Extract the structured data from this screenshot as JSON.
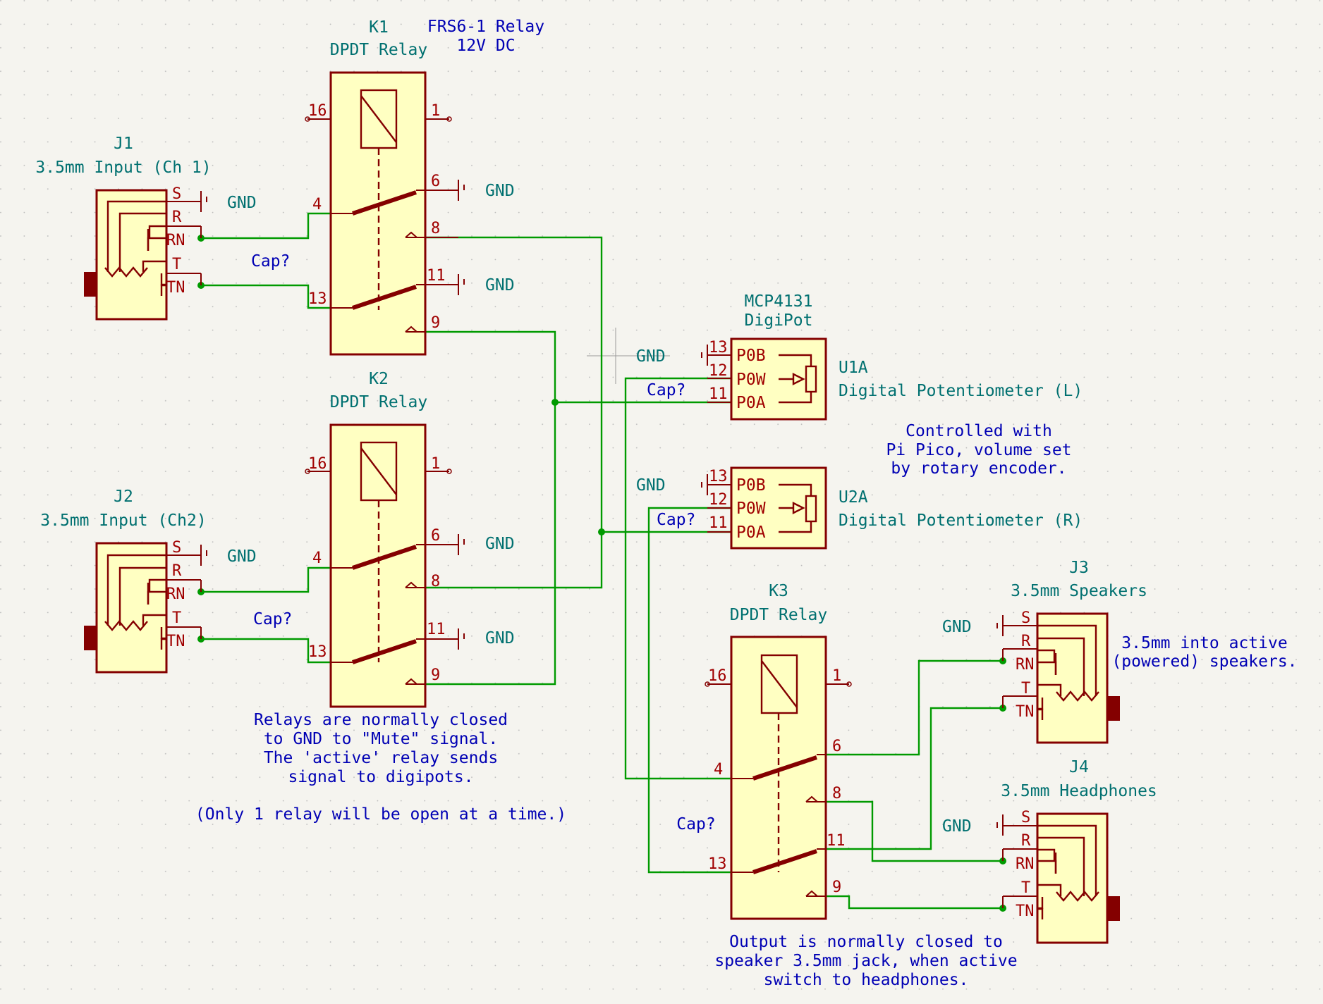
{
  "colors": {
    "background": "#f5f4ef",
    "wire": "#009a00",
    "symbol_outline": "#840000",
    "symbol_fill": "#ffffc2",
    "ref_text": "#007070",
    "pin_text": "#a00000",
    "note_text": "#0000b4"
  },
  "k1": {
    "ref": "K1",
    "value": "DPDT Relay",
    "note_line1": "FRS6-1 Relay",
    "note_line2": "12V DC",
    "pins": {
      "p16": "16",
      "p1": "1",
      "p4": "4",
      "p6": "6",
      "p8": "8",
      "p13": "13",
      "p11": "11",
      "p9": "9"
    },
    "gnd_top": "GND",
    "gnd_bottom": "GND"
  },
  "k2": {
    "ref": "K2",
    "value": "DPDT Relay",
    "pins": {
      "p16": "16",
      "p1": "1",
      "p4": "4",
      "p6": "6",
      "p8": "8",
      "p13": "13",
      "p11": "11",
      "p9": "9"
    },
    "gnd_top": "GND",
    "gnd_bottom": "GND"
  },
  "k3": {
    "ref": "K3",
    "value": "DPDT Relay",
    "pins": {
      "p16": "16",
      "p1": "1",
      "p4": "4",
      "p6": "6",
      "p8": "8",
      "p13": "13",
      "p11": "11",
      "p9": "9"
    }
  },
  "j1": {
    "ref": "J1",
    "value": "3.5mm Input (Ch 1)",
    "pins": {
      "s": "S",
      "r": "R",
      "rn": "RN",
      "t": "T",
      "tn": "TN"
    },
    "gnd": "GND",
    "cap": "Cap?"
  },
  "j2": {
    "ref": "J2",
    "value": "3.5mm Input (Ch2)",
    "pins": {
      "s": "S",
      "r": "R",
      "rn": "RN",
      "t": "T",
      "tn": "TN"
    },
    "gnd": "GND",
    "cap": "Cap?"
  },
  "j3": {
    "ref": "J3",
    "value": "3.5mm Speakers",
    "pins": {
      "s": "S",
      "r": "R",
      "rn": "RN",
      "t": "T",
      "tn": "TN"
    },
    "gnd": "GND"
  },
  "j4": {
    "ref": "J4",
    "value": "3.5mm Headphones",
    "pins": {
      "s": "S",
      "r": "R",
      "rn": "RN",
      "t": "T",
      "tn": "TN"
    },
    "gnd": "GND"
  },
  "digipot": {
    "part": "MCP4131",
    "label": "DigiPot",
    "u1a": {
      "ref": "U1A",
      "value": "Digital Potentiometer (L)",
      "pins": {
        "p13": "13",
        "p12": "12",
        "p11": "11"
      },
      "pin_names": {
        "pob": "P0B",
        "pow": "P0W",
        "poa": "P0A"
      },
      "gnd": "GND",
      "cap": "Cap?"
    },
    "u2a": {
      "ref": "U2A",
      "value": "Digital Potentiometer (R)",
      "pins": {
        "p13": "13",
        "p12": "12",
        "p11": "11"
      },
      "pin_names": {
        "pob": "P0B",
        "pow": "P0W",
        "poa": "P0A"
      },
      "gnd": "GND",
      "cap": "Cap?"
    }
  },
  "k3_cap": "Cap?",
  "notes": {
    "pico": [
      "Controlled with",
      "Pi Pico, volume set",
      "by rotary encoder."
    ],
    "speakers": [
      "3.5mm into active",
      "(powered) speakers."
    ],
    "relays": [
      "Relays are normally closed",
      "to GND to \"Mute\" signal.",
      "The 'active' relay sends",
      "signal to digipots.",
      "",
      "(Only 1 relay will be open at a time.)"
    ],
    "output": [
      "Output is normally closed to",
      "speaker 3.5mm jack, when active",
      "switch to headphones."
    ]
  }
}
